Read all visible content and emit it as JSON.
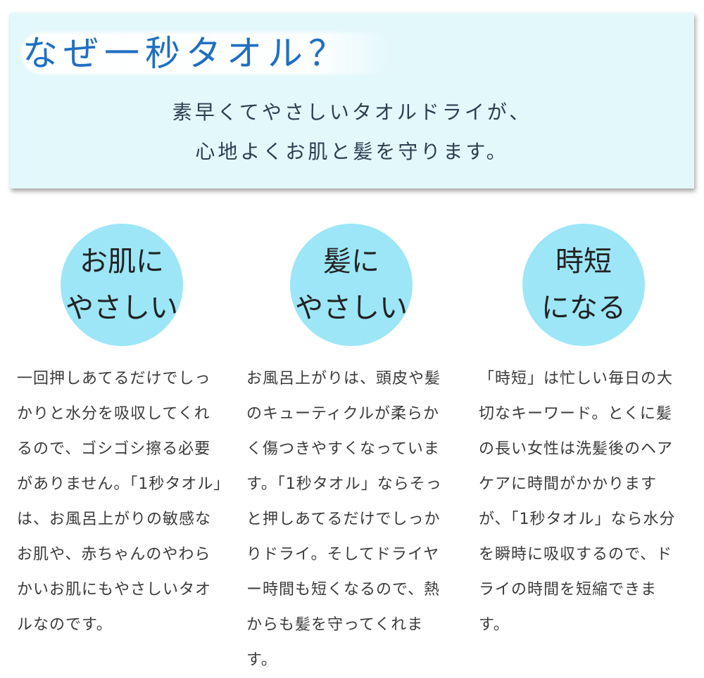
{
  "header": {
    "title": "なぜ一秒タオル？",
    "subtitle_line1": "素早くてやさしいタオルドライが、",
    "subtitle_line2": "心地よくお肌と髪を守ります。"
  },
  "features": [
    {
      "circle_line1": "お肌に",
      "circle_line2": "やさしい",
      "description": "一回押しあてるだけでしっかりと水分を吸収してくれるので、ゴシゴシ擦る必要がありません。「1秒タオル」は、お風呂上がりの敏感なお肌や、赤ちゃんのやわらかいお肌にもやさしいタオルなのです。"
    },
    {
      "circle_line1": "髪に",
      "circle_line2": "やさしい",
      "description": "お風呂上がりは、頭皮や髪のキューティクルが柔らかく傷つきやすくなっています。「1秒タオル」ならそっと押しあてるだけでしっかりドライ。そしてドライヤー時間も短くなるので、熱からも髪を守ってくれます。"
    },
    {
      "circle_line1": "時短",
      "circle_line2": "になる",
      "description": "「時短」は忙しい毎日の大切なキーワード。とくに髪の長い女性は洗髪後のヘアケアに時間がかかりますが、「1秒タオル」なら水分を瞬時に吸収するので、ドライの時間を短縮できます。"
    }
  ],
  "colors": {
    "hero_background": "#e3f8fb",
    "title_blue": "#1f6fc2",
    "circle_fill": "#9ce6f7",
    "body_text": "#3a3a3a"
  }
}
